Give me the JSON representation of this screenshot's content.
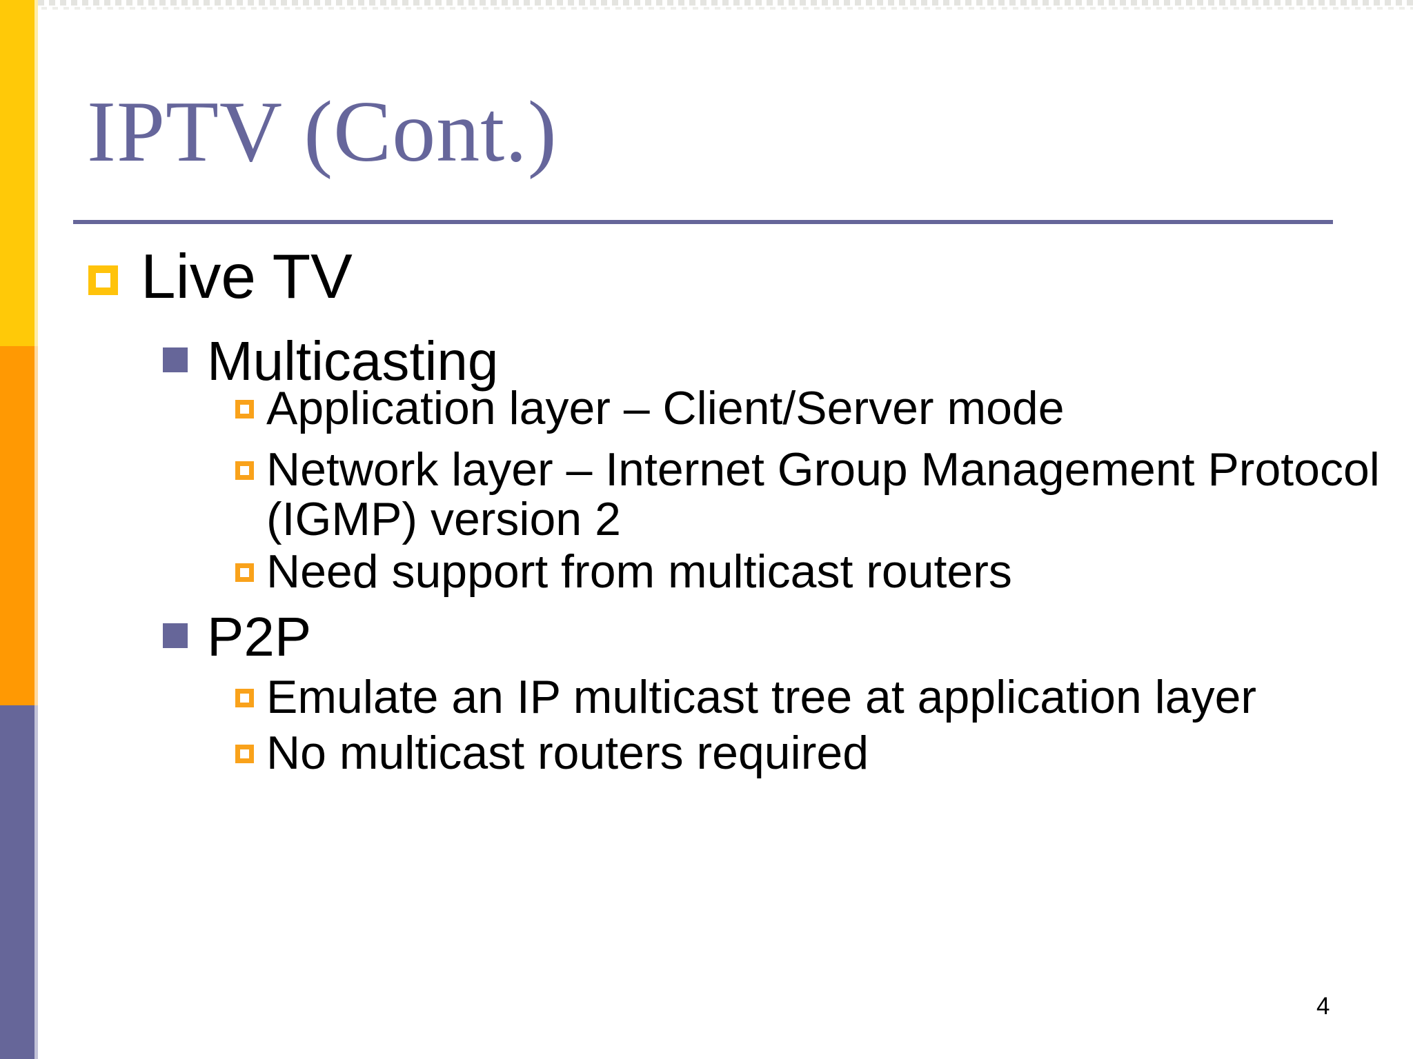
{
  "slide": {
    "title": "IPTV (Cont.)",
    "page_number": "4",
    "content": {
      "items": [
        {
          "level": 1,
          "bullet": "hollow-square-gold",
          "text": "Live TV"
        },
        {
          "level": 2,
          "bullet": "solid-square-purple",
          "text": "Multicasting"
        },
        {
          "level": 3,
          "bullet": "hollow-square-orange",
          "text": "Application layer – Client/Server mode"
        },
        {
          "level": 3,
          "bullet": "hollow-square-orange",
          "text": "Network layer – Internet Group Management Protocol (IGMP) version 2"
        },
        {
          "level": 3,
          "bullet": "hollow-square-orange",
          "text": "Need support from multicast routers"
        },
        {
          "level": 2,
          "bullet": "solid-square-purple",
          "text": "P2P"
        },
        {
          "level": 3,
          "bullet": "hollow-square-orange",
          "text": "Emulate an IP multicast tree at application layer"
        },
        {
          "level": 3,
          "bullet": "hollow-square-orange",
          "text": "No multicast routers required"
        }
      ]
    },
    "colors": {
      "title_text": "#66669B",
      "divider": "#666699",
      "body_text": "#000000",
      "stripe_yellow": "#FFC908",
      "stripe_orange": "#FF9903",
      "stripe_purple": "#666699",
      "bullet_gold": "#FFC30B",
      "bullet_purple": "#666699",
      "bullet_orange": "#F9A21B"
    }
  }
}
